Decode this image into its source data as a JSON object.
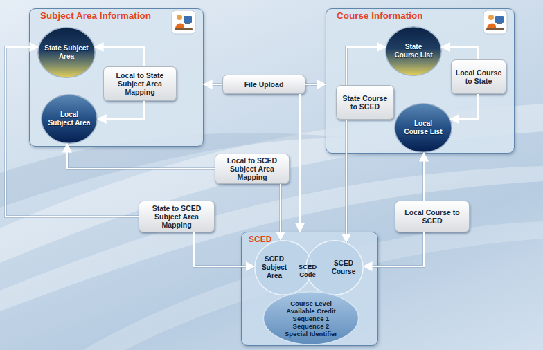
{
  "diagram": {
    "nodes": [
      {
        "text": [
          "Subject Area Information"
        ]
      },
      {
        "text": [
          "State Subject Area"
        ],
        "in": 0
      },
      {
        "text": [
          "Local to State Subject Area Mapping"
        ],
        "in": 0
      },
      {
        "text": [
          "Local Subject Area"
        ],
        "in": 0
      },
      {
        "text": [
          "File Upload"
        ]
      },
      {
        "text": [
          "Course Information"
        ]
      },
      {
        "text": [
          "State Course List"
        ],
        "in": 5
      },
      {
        "text": [
          "Local Course to State"
        ],
        "in": 5
      },
      {
        "text": [
          "State Course to SCED"
        ],
        "in": 5
      },
      {
        "text": [
          "Local Course List"
        ],
        "in": 5
      },
      {
        "text": [
          "Local to SCED Subject Area Mapping"
        ]
      },
      {
        "text": [
          "State to SCED Subject Area Mapping"
        ]
      },
      {
        "text": [
          "Local Course to SCED"
        ]
      },
      {
        "text": [
          "SCED"
        ]
      },
      {
        "text": [
          "SCED Subject Area"
        ],
        "in": 13
      },
      {
        "text": [
          "SCED Course"
        ],
        "in": 13
      },
      {
        "text": [
          "Course Level",
          "Available Credit",
          "Sequence 1",
          "Sequence 2",
          "Special Identifier"
        ],
        "in": 13
      }
    ],
    "edges": [
      {
        "from": 2,
        "to": 1,
        "arrow": "to"
      },
      {
        "from": 2,
        "to": 3,
        "arrow": "to"
      },
      {
        "from": 4,
        "to": 0,
        "arrow": "to"
      },
      {
        "from": 4,
        "to": 5,
        "arrow": "to"
      },
      {
        "from": 4,
        "to": 13,
        "arrow": "to"
      },
      {
        "from": 10,
        "to": 3,
        "arrow": "to"
      },
      {
        "from": 10,
        "to": 14,
        "arrow": "to"
      },
      {
        "from": 11,
        "to": 1,
        "arrow": "to"
      },
      {
        "from": 11,
        "to": 14,
        "arrow": "to"
      },
      {
        "from": 8,
        "to": 6,
        "arrow": "to"
      },
      {
        "from": 8,
        "to": 15,
        "arrow": "to"
      },
      {
        "from": 7,
        "to": 6,
        "arrow": "to"
      },
      {
        "from": 7,
        "to": 9,
        "arrow": "to"
      },
      {
        "from": 12,
        "to": 9,
        "arrow": "to"
      },
      {
        "from": 12,
        "to": 15,
        "arrow": "to"
      }
    ],
    "labels": [
      "SCED Code"
    ]
  }
}
